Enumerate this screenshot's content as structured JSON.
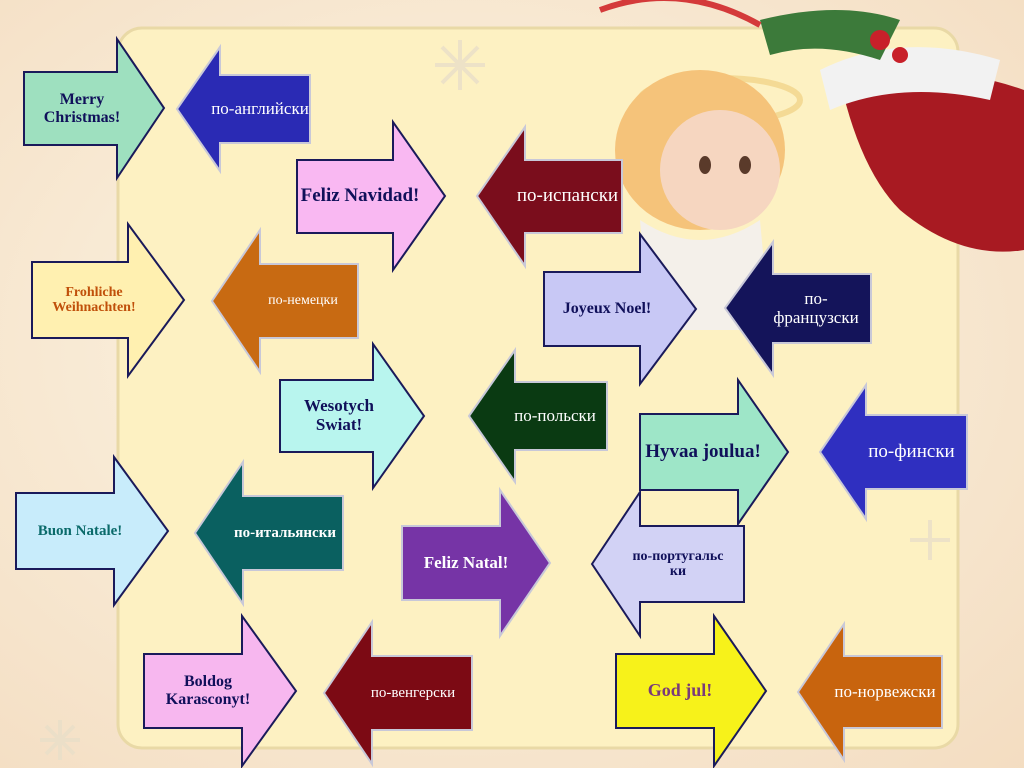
{
  "pairs": [
    {
      "phrase": "Merry Christmas!",
      "language": "по-английски"
    },
    {
      "phrase": "Feliz Navidad!",
      "language": "по-испански"
    },
    {
      "phrase": "Frohliche Weihnachten!",
      "language": "по-немецки"
    },
    {
      "phrase": "Joyeux Noel!",
      "language": "по-французски"
    },
    {
      "phrase": "Wesotych Swiat!",
      "language": "по-польски"
    },
    {
      "phrase": "Hyvaa joulua!",
      "language": "по-фински"
    },
    {
      "phrase": "Buon Natale!",
      "language": "по-итальянски"
    },
    {
      "phrase": "Feliz Natal!",
      "language": "по-португальски"
    },
    {
      "phrase": "Boldog Karasconyt!",
      "language": "по-венгерски"
    },
    {
      "phrase": "God jul!",
      "language": "по-норвежски"
    }
  ],
  "colors": {
    "background": "#fbf3e3",
    "card": "#fdf1c2",
    "merry_christmas_fill": "#9ee0bf",
    "english_fill": "#2a2ab4",
    "feliz_navidad_fill": "#f9b8f2",
    "spanish_fill": "#7a0d1c",
    "frohliche_fill": "#fff0b0",
    "german_fill": "#c86a12",
    "joyeux_fill": "#c8c8f5",
    "french_fill": "#14145a",
    "wesotych_fill": "#b8f5ee",
    "polish_fill": "#0a3a12",
    "hyvaa_fill": "#9ee6c8",
    "finnish_fill": "#2f2fc0",
    "buon_natale_fill": "#c8ecfb",
    "italian_fill": "#0a6060",
    "feliz_natal_fill": "#7634a6",
    "portuguese_fill": "#d2d2f5",
    "boldog_fill": "#f7b7ef",
    "hungarian_fill": "#7c0a14",
    "god_jul_fill": "#f7f21a",
    "norwegian_fill": "#c8640e"
  }
}
